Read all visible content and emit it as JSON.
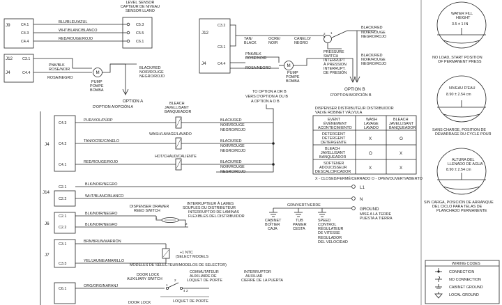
{
  "level_sensor": {
    "title": [
      "LEVEL SENSOR",
      "CAPTEUR DE NIVEAU",
      "SENSOR LLANO"
    ],
    "connector": "J9",
    "pins_left": [
      "C4.1",
      "C4.3",
      "C4.4"
    ],
    "pins_right": [
      "C5.3",
      "C5.5",
      "C6.1"
    ],
    "wires": [
      "BLU/BLEU/AZUL",
      "WHT/BLANC/BLANCO",
      "RED/ROUGE/ROJO"
    ]
  },
  "pump_a": {
    "conn1": "J12",
    "pin1": "C3.1",
    "conn2": "J4",
    "pin2": "C4.4",
    "wire1": [
      "PNK/BLK",
      "ROSE/NOIR"
    ],
    "wire2": "ROSA/NEGRO",
    "motor": "M",
    "motor_label": [
      "PUMP",
      "POMPE",
      "BOMBA"
    ],
    "out_wire": [
      "BLACK/RED",
      "NOIR/ROUGE",
      "NEGRO/ROJO"
    ],
    "option": [
      "OPTION A",
      "D'OPTION A/OPCIÓN A"
    ]
  },
  "pressure_b": {
    "conn1": "J12",
    "pins": [
      "C3.2",
      "C3.1"
    ],
    "wire_tan": [
      "TAN/",
      "BLACK"
    ],
    "wire_ocre": [
      "OCRE/",
      "NOIR"
    ],
    "wire_canelo": [
      "CANELO/",
      "NEGRO"
    ],
    "conn2": "J4",
    "pin2": "C4.4",
    "pnk": [
      "PNK/BLK",
      "ROSE/NOIR",
      "ROSA/NEGRO"
    ],
    "switch_label": [
      "PRESSURE",
      "SWITCH",
      "INTERRUPT",
      "À PRESSION",
      "INTERRUPT.",
      "DE PRESIÓN"
    ],
    "motor": "M",
    "motor_label": [
      "PUMP",
      "POMPE",
      "BOMBA"
    ],
    "out_top": [
      "BLACK/RED",
      "NOIR/ROUGE",
      "NEGRO/ROJO"
    ],
    "out_bot": [
      "BLACK/RED",
      "NOIR/ROUGE",
      "NEGRO/ROJO"
    ],
    "option": [
      "OPTION B",
      "D'OPTION B/OPCIÓN B"
    ]
  },
  "to_option": [
    "TO OPTION A OR B",
    "VERS D'OPTION A OU B",
    "A OPTION A O B"
  ],
  "dispenser_table": {
    "title": [
      "DISPENSER DISTRIBUTEUR DISTRIBUIDOR",
      "VALVE   ROBINET    VÁLVULA"
    ],
    "headers": [
      [
        "EVENT",
        "ÉVÉNEMENT",
        "ACONTECIMIENTO"
      ],
      [
        "WASH",
        "LAVAGE",
        "LAVADO"
      ],
      [
        "BLEACH",
        "JAVELLISANT",
        "BANQUEADOR"
      ]
    ],
    "rows": [
      {
        "label": [
          "DETERGENT",
          "DÉTERGENT",
          "DETERGENTE"
        ],
        "wash": "X",
        "bleach": "O"
      },
      {
        "label": [
          "BLEACH",
          "JAVELLISANT",
          "BANQUEADOR"
        ],
        "wash": "O",
        "bleach": "X"
      },
      {
        "label": [
          "SOFTENER",
          "ADOUCISSEUR",
          "DESCALCIFICADOR"
        ],
        "wash": "X",
        "bleach": "X"
      }
    ],
    "legend": "X - CLOSED/FERMÉ/CERRADO   O - OPEN/OUVERT/ABIERTO"
  },
  "valves": {
    "bleach": [
      "BLEACH",
      "JAVELLISANT",
      "BANQUEADOR"
    ],
    "wash": "WASH/LAVAGE/LAVADO",
    "hot": "HOT/CHAUD/CALIENTE",
    "out": [
      "BLACK/RED",
      "NOIR/ROUGE",
      "NEGRO/ROJO"
    ]
  },
  "j4": {
    "connector": "J4",
    "pins": [
      "C4.3",
      "C4.2",
      "C4.1"
    ],
    "wires": [
      "PUR/VIOL/PÚRP",
      "TAN/OCRE/CANELO",
      "RED/ROUGE/ROJO"
    ]
  },
  "power": {
    "connector": "J14",
    "pins": [
      "C2.1",
      "C2.2"
    ],
    "wires": [
      "BLK/NOIR/NEGRO",
      "WHT/BLANC/BLANCO"
    ],
    "labels": [
      "L1",
      "N"
    ]
  },
  "ground": {
    "wire": "GRN/VERT/VERDE",
    "label": "GROUND",
    "sub": [
      "MISE A LA TERRE",
      "PUESTA A TIERRA"
    ],
    "items": [
      [
        "CABINET",
        "BOÎTIER",
        "CAJA"
      ],
      [
        "TUB",
        "PANIER",
        "CESTA"
      ],
      [
        "SPEED",
        "CONTROL",
        "RÉGULATEUR",
        "DE VITESSE",
        "REGULADOR",
        "DEL VELOCIDAD"
      ]
    ]
  },
  "j6": {
    "connector": "J6",
    "pins": [
      "C2.1",
      "C2.2"
    ],
    "wires": [
      "BLK/NOIR/NEGRO",
      "BLK/NOIR/NEGRO"
    ],
    "reed_label": [
      "DISPENSER DRAWER",
      "REED SWITCH"
    ],
    "reed_label_fr": [
      "INTERRUPTEUR À LAMES",
      "SOUPLES DU DISTRIBUTEUR",
      "INTERRUPTOR DE LAMINAS",
      "FLEXIBLES DEL DISTRIBUIDOR"
    ],
    "nums": [
      "1",
      "2"
    ]
  },
  "j7": {
    "connector": "J7",
    "pins": [
      "C3.1",
      "C3.3"
    ],
    "wires": [
      "BRN/BRUN/MARRÓN",
      "YEL/JAUNE/AMARILLO"
    ],
    "ntc": [
      "+1 NTC",
      "(SELECT MODELS",
      "MODÈLES DE SÉLECTEUR/MODELOS DE SELECTOR)"
    ]
  },
  "door_lock": {
    "label": [
      "DOOR LOCK",
      "AUXILIARY SWITCH"
    ],
    "label_fr": [
      "COMMUTATEUR",
      "AUXILIAIRE DE",
      "LOQUET DE PORTE"
    ],
    "label_es": [
      "INTERRUPTOR",
      "AUXILIAR",
      "CIERRE DE LA PUERTA"
    ],
    "pin": "C6.1",
    "wire": "ORG/ORG/NARANJ",
    "nums": [
      "1",
      "2",
      "4",
      "2"
    ],
    "bottom": [
      "DOOR LOCK",
      "LOQUET DE PORTE"
    ]
  },
  "water_fill": [
    {
      "title": [
        "WATER FILL",
        "HEIGHT"
      ],
      "value": "3.5 ± 1 IN",
      "caption": [
        "NO LOAD, START POSITION",
        "OF PERMANENT PRESS"
      ]
    },
    {
      "title": [
        "NIVEAU D'EAU"
      ],
      "value": "8.90 ± 2.54 cm",
      "caption": [
        "SANS CHARGE, POSITION DE",
        "DÉMARRAGE DU CYCLE POUR"
      ]
    },
    {
      "title": [
        "ALTURA DEL",
        "LLENADO DE AGUA"
      ],
      "value": "8.90 ± 2.54 cm",
      "caption": [
        "SIN CARGA, POSICIÓN DE ARRANQUE",
        "DEL CICLO PARA TELAS DE",
        "PLANCHADO PERMANENTE"
      ]
    }
  ],
  "wiring_codes": {
    "title": "WIRING CODES",
    "items": [
      "CONNECTION",
      "NO CONNECTION",
      "CABINET GROUND",
      "LOCAL GROUND"
    ]
  }
}
